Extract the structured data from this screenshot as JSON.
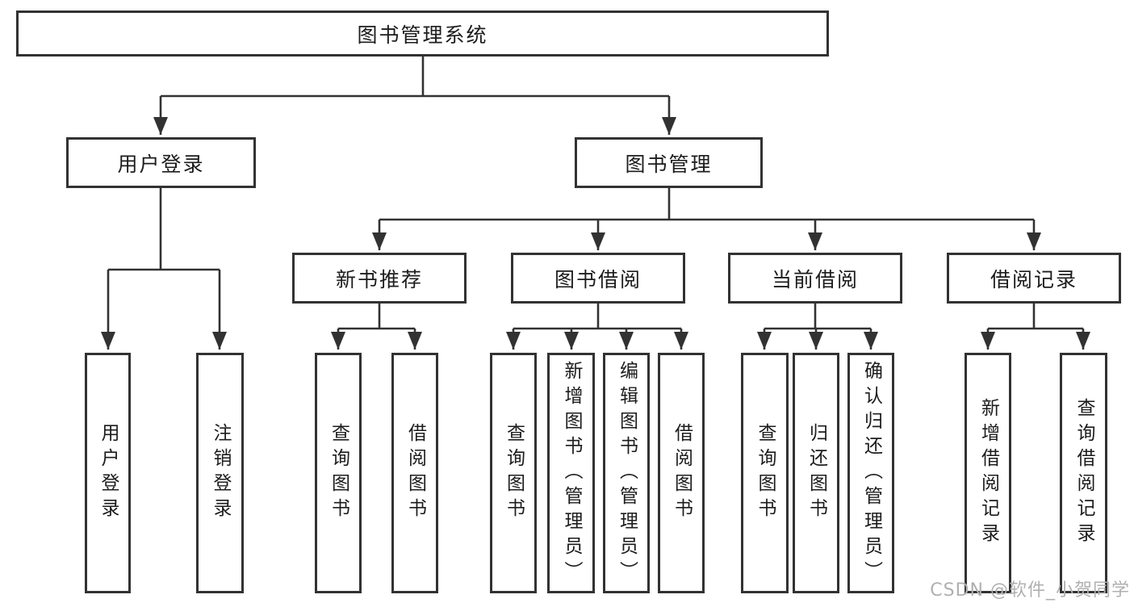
{
  "colors": {
    "background": "#ffffff",
    "line": "#323232",
    "box_border": "#323232",
    "text": "#1c1c1c",
    "watermark_text": "#b0b0b0"
  },
  "tree": {
    "root": "图书管理系统",
    "login": {
      "label": "用户登录",
      "children": [
        "用户登录",
        "注销登录"
      ]
    },
    "management": {
      "label": "图书管理",
      "groups": [
        {
          "label": "新书推荐",
          "children": [
            "查询图书",
            "借阅图书"
          ]
        },
        {
          "label": "图书借阅",
          "children": [
            "查询图书",
            "新增图书（管理员）",
            "编辑图书（管理员）",
            "借阅图书"
          ]
        },
        {
          "label": "当前借阅",
          "children": [
            "查询图书",
            "归还图书",
            "确认归还（管理员）"
          ]
        },
        {
          "label": "借阅记录",
          "children": [
            "新增借阅记录",
            "查询借阅记录"
          ]
        }
      ]
    }
  },
  "watermark": "CSDN @软件_小贺同学"
}
